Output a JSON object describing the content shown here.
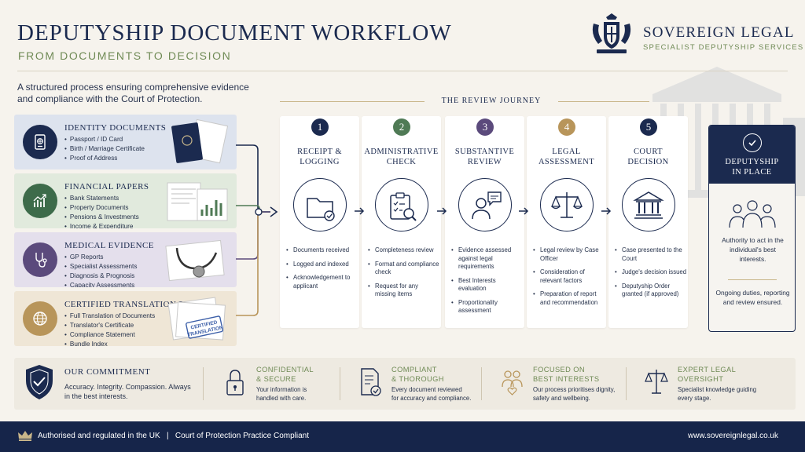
{
  "header": {
    "title": "DEPUTYSHIP DOCUMENT WORKFLOW",
    "subtitle": "FROM DOCUMENTS TO DECISION",
    "intro": "A structured process ensuring comprehensive evidence and compliance with the Court of Protection."
  },
  "brand": {
    "name": "SOVEREIGN LEGAL",
    "tagline": "SPECIALIST DEPUTYSHIP SERVICES"
  },
  "journey_label": "THE REVIEW JOURNEY",
  "documents": [
    {
      "title": "IDENTITY DOCUMENTS",
      "icon": "passport-icon",
      "color": "#1b2a4f",
      "bg": "#dde3ee",
      "items": [
        "Passport / ID Card",
        "Birth / Marriage Certificate",
        "Proof of Address"
      ]
    },
    {
      "title": "FINANCIAL PAPERS",
      "icon": "growth-chart-icon",
      "color": "#3d6b4a",
      "bg": "#e1eadd",
      "items": [
        "Bank Statements",
        "Property Documents",
        "Pensions & Investments",
        "Income & Expenditure"
      ]
    },
    {
      "title": "MEDICAL EVIDENCE",
      "icon": "stethoscope-icon",
      "color": "#5b4a7c",
      "bg": "#e4dfec",
      "items": [
        "GP Reports",
        "Specialist Assessments",
        "Diagnosis & Prognosis",
        "Capacity Assessments"
      ]
    },
    {
      "title": "CERTIFIED TRANSLATION PACK",
      "icon": "globe-icon",
      "color": "#b8955a",
      "bg": "#efe6d6",
      "items": [
        "Full Translation of Documents",
        "Translator's Certificate",
        "Compliance Statement",
        "Bundle Index"
      ]
    }
  ],
  "certified_stamp": [
    "CERTIFIED",
    "TRANSLATION"
  ],
  "stages": [
    {
      "num": "1",
      "title": "RECEIPT &\nLOGGING",
      "icon": "folder-check-icon",
      "color": "#1b2a4f",
      "items": [
        "Documents received",
        "Logged and indexed",
        "Acknowledgement to applicant"
      ]
    },
    {
      "num": "2",
      "title": "ADMINISTRATIVE\nCHECK",
      "icon": "clipboard-search-icon",
      "color": "#4f7a55",
      "items": [
        "Completeness review",
        "Format and compliance check",
        "Request for any missing items"
      ]
    },
    {
      "num": "3",
      "title": "SUBSTANTIVE\nREVIEW",
      "icon": "person-chat-icon",
      "color": "#5b4a7c",
      "items": [
        "Evidence assessed against legal requirements",
        "Best Interests evaluation",
        "Proportionality assessment"
      ]
    },
    {
      "num": "4",
      "title": "LEGAL\nASSESSMENT",
      "icon": "scales-icon",
      "color": "#b8955a",
      "items": [
        "Legal review by Case Officer",
        "Consideration of relevant factors",
        "Preparation of report and recommendation"
      ]
    },
    {
      "num": "5",
      "title": "COURT\nDECISION",
      "icon": "courthouse-icon",
      "color": "#1b2a4f",
      "items": [
        "Case presented to the Court",
        "Judge's decision issued",
        "Deputyship Order granted (if approved)"
      ]
    }
  ],
  "outcome": {
    "title": "DEPUTYSHIP\nIN PLACE",
    "text1": "Authority to act in the individual's best interests.",
    "text2": "Ongoing duties, reporting and review ensured."
  },
  "commitment": {
    "title": "OUR COMMITMENT",
    "text": "Accuracy. Integrity. Compassion. Always in the best interests."
  },
  "pillars": [
    {
      "title": "CONFIDENTIAL\n& SECURE",
      "desc": "Your information is\nhandled with care.",
      "icon": "padlock-icon"
    },
    {
      "title": "COMPLIANT\n& THOROUGH",
      "desc": "Every document reviewed\nfor accuracy and compliance.",
      "icon": "document-check-icon"
    },
    {
      "title": "FOCUSED ON\nBEST INTERESTS",
      "desc": "Our process prioritises dignity,\nsafety and wellbeing.",
      "icon": "family-icon"
    },
    {
      "title": "EXPERT LEGAL\nOVERSIGHT",
      "desc": "Specialist knowledge guiding\nevery stage.",
      "icon": "scales-icon"
    }
  ],
  "footer": {
    "left": "Authorised and regulated in the UK   |   Court of Protection Practice Compliant",
    "right": "www.sovereignlegal.co.uk"
  },
  "colors": {
    "navy": "#1b2a4f",
    "gold": "#c8b68a",
    "green": "#6f8a55"
  }
}
